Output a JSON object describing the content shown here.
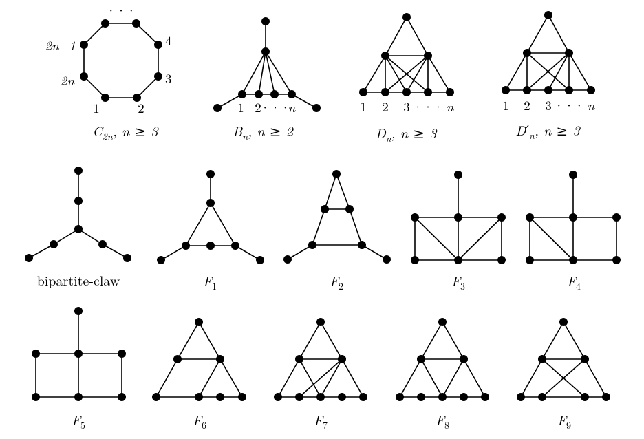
{
  "c2n": {
    "caption": {
      "base": "C",
      "sub": "2n",
      "rest": ", n ≥ 3"
    },
    "labels": {
      "dots": "···",
      "l_2nm1": "2n−1",
      "l_4": "4",
      "l_2n": "2n",
      "l_3": "3",
      "l_1": "1",
      "l_2": "2"
    }
  },
  "bn": {
    "caption": {
      "base": "B",
      "sub": "n",
      "rest": ", n ≥ 2"
    },
    "labels": {
      "l_1": "1",
      "l_2": "2",
      "dots": "···",
      "l_n": "n"
    }
  },
  "dn": {
    "caption": {
      "base": "D",
      "sub": "n",
      "rest": ", n ≥ 3"
    },
    "labels": {
      "l_1": "1",
      "l_2": "2",
      "l_3": "3",
      "dots": "···",
      "l_n": "n"
    }
  },
  "dnp": {
    "caption": {
      "base": "D′",
      "sub": "n",
      "rest": ", n ≥ 3"
    },
    "labels": {
      "l_1": "1",
      "l_2": "2",
      "l_3": "3",
      "dots": "···",
      "l_n": "n"
    }
  },
  "claw": {
    "caption": "bipartite-claw"
  },
  "f1": {
    "caption": {
      "base": "F",
      "sub": "1"
    }
  },
  "f2": {
    "caption": {
      "base": "F",
      "sub": "2"
    }
  },
  "f3": {
    "caption": {
      "base": "F",
      "sub": "3"
    }
  },
  "f4": {
    "caption": {
      "base": "F",
      "sub": "4"
    }
  },
  "f5": {
    "caption": {
      "base": "F",
      "sub": "5"
    }
  },
  "f6": {
    "caption": {
      "base": "F",
      "sub": "6"
    }
  },
  "f7": {
    "caption": {
      "base": "F",
      "sub": "7"
    }
  },
  "f8": {
    "caption": {
      "base": "F",
      "sub": "8"
    }
  },
  "f9": {
    "caption": {
      "base": "F",
      "sub": "9"
    }
  }
}
